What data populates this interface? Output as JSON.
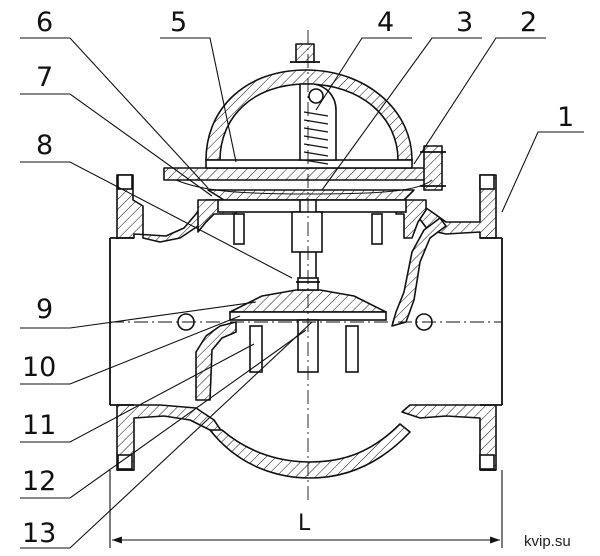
{
  "callouts": [
    {
      "id": "1",
      "label": "1"
    },
    {
      "id": "2",
      "label": "2"
    },
    {
      "id": "3",
      "label": "3"
    },
    {
      "id": "4",
      "label": "4"
    },
    {
      "id": "5",
      "label": "5"
    },
    {
      "id": "6",
      "label": "6"
    },
    {
      "id": "7",
      "label": "7"
    },
    {
      "id": "8",
      "label": "8"
    },
    {
      "id": "9",
      "label": "9"
    },
    {
      "id": "10",
      "label": "10"
    },
    {
      "id": "11",
      "label": "11"
    },
    {
      "id": "12",
      "label": "12"
    },
    {
      "id": "13",
      "label": "13"
    }
  ],
  "dimension": {
    "label": "L"
  },
  "watermark": "kvip.su"
}
